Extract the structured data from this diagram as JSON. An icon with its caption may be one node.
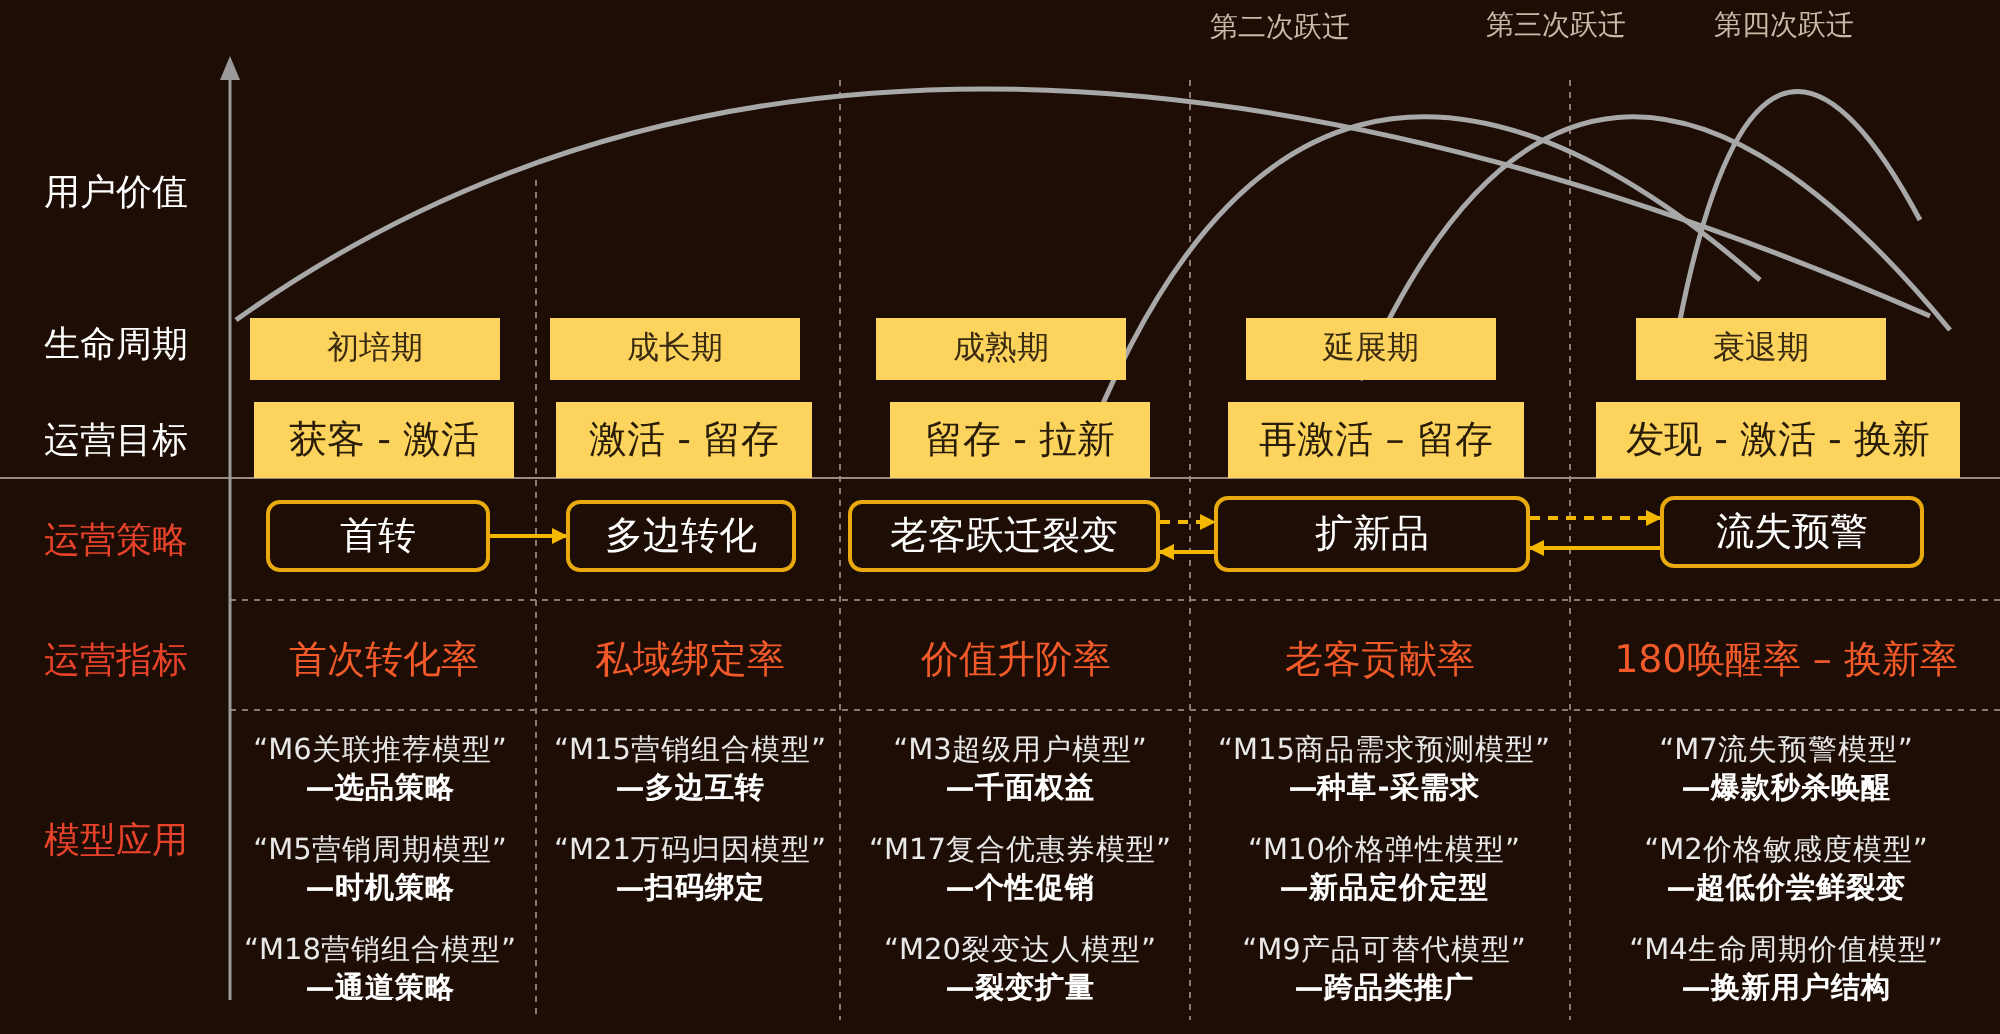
{
  "diagram": {
    "nodes": [
      {
        "text": [
          "初培期"
        ]
      },
      {
        "text": [
          "成长期"
        ]
      },
      {
        "text": [
          "成熟期"
        ]
      },
      {
        "text": [
          "延展期"
        ]
      },
      {
        "text": [
          "衰退期"
        ]
      },
      {
        "text": [
          "获客 - 激活"
        ]
      },
      {
        "text": [
          "激活 - 留存"
        ]
      },
      {
        "text": [
          "留存 - 拉新"
        ]
      },
      {
        "text": [
          "再激活 – 留存"
        ]
      },
      {
        "text": [
          "发现 - 激活 - 换新"
        ]
      },
      {
        "text": [
          "首转"
        ]
      },
      {
        "text": [
          "多边转化"
        ]
      },
      {
        "text": [
          "老客跃迁裂变"
        ]
      },
      {
        "text": [
          "扩新品"
        ]
      },
      {
        "text": [
          "流失预警"
        ]
      }
    ],
    "edges": [
      {
        "from": 10,
        "to": 11,
        "arrow": "to"
      },
      {
        "from": 12,
        "to": 13,
        "arrow": "to",
        "style": "dashed"
      },
      {
        "from": 13,
        "to": 12,
        "arrow": "to"
      },
      {
        "from": 13,
        "to": 14,
        "arrow": "to",
        "style": "dashed"
      },
      {
        "from": 14,
        "to": 13,
        "arrow": "to"
      }
    ],
    "labels": [
      "第二次跃迁",
      "第三次跃迁",
      "第四次跃迁",
      "用户价值",
      "生命周期",
      "运营目标",
      "运营策略",
      "运营指标",
      "首次转化率",
      "私域绑定率",
      "价值升阶率",
      "老客贡献率",
      "180唤醒率 – 换新率",
      "模型应用",
      "“M6关联推荐模型”",
      "—选品策略",
      "“M15营销组合模型”",
      "—多边互转",
      "“M3超级用户模型”",
      "—千面权益",
      "“M15商品需求预测模型”",
      "—种草-采需求",
      "“M7流失预警模型”",
      "—爆款秒杀唤醒",
      "“M5营销周期模型”",
      "—时机策略",
      "“M21万码归因模型”",
      "—扫码绑定",
      "“M17复合优惠券模型”",
      "—个性促销",
      "“M10价格弹性模型”",
      "—新品定价定型",
      "“M2价格敏感度模型”",
      "—超低价尝鲜裂变",
      "“M18营销组合模型”",
      "—通道策略",
      "“M20裂变达人模型”",
      "—裂变扩量",
      "“M9产品可替代模型”",
      "—跨品类推广",
      "“M4生命周期价值模型”",
      "—换新用户结构"
    ]
  }
}
